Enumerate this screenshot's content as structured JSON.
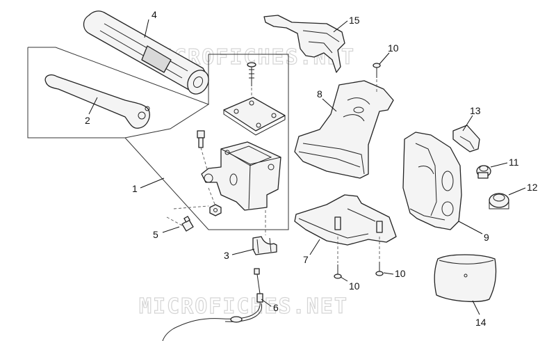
{
  "watermark": "MICROFICHES.NET",
  "callouts": [
    "1",
    "2",
    "3",
    "4",
    "5",
    "6",
    "7",
    "8",
    "9",
    "10",
    "10",
    "10",
    "11",
    "12",
    "13",
    "14",
    "15"
  ]
}
